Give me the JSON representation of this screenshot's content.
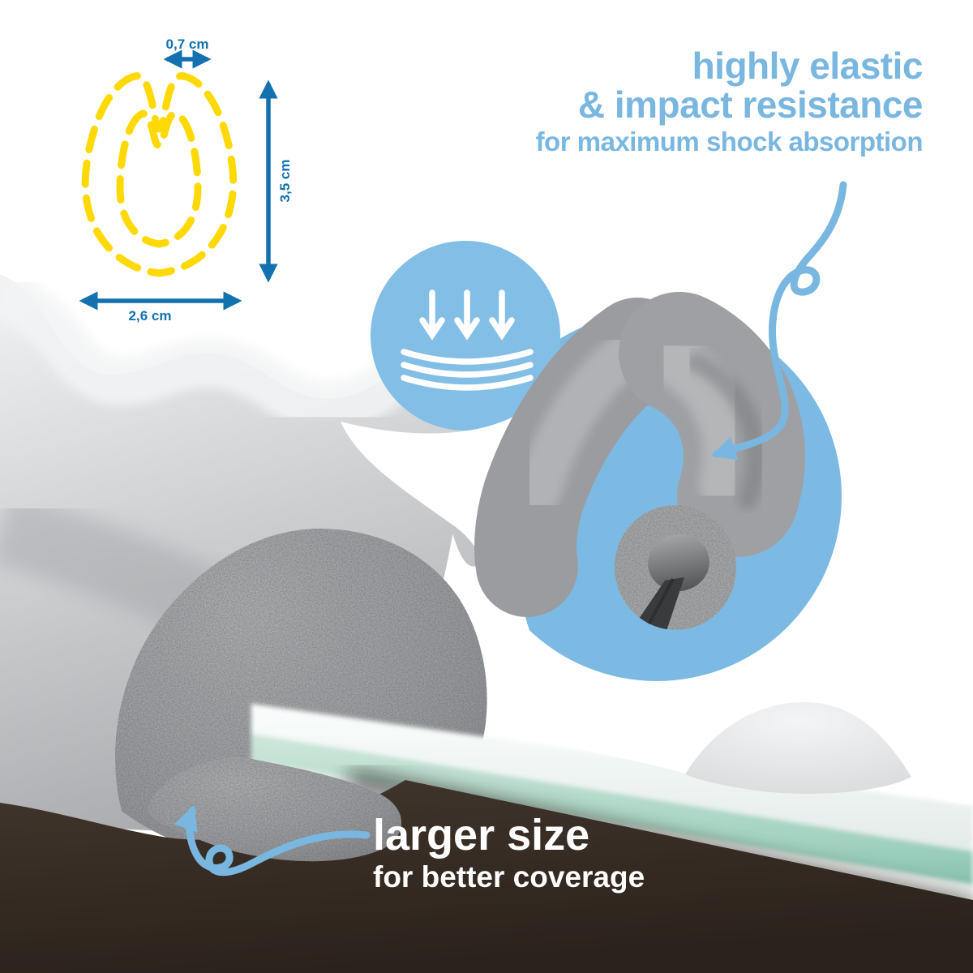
{
  "diagram": {
    "top_width_label": "0,7 cm",
    "height_label": "3,5 cm",
    "bottom_width_label": "2,6 cm"
  },
  "elastic_callout": {
    "line1": "highly elastic",
    "line2": "& impact resistance",
    "line3": "for maximum shock absorption"
  },
  "size_callout": {
    "line1": "larger size",
    "line2": "for better coverage"
  },
  "icons": {
    "shock_absorption": "shock-absorption-icon",
    "elastic_pointer": "curly-arrow-icon",
    "size_pointer": "curly-arrow-icon"
  },
  "colors": {
    "accent_text_blue": "#79b7e1",
    "dimension_blue": "#1271ae",
    "dashed_yellow": "#ffd906",
    "circle_blue": "#7cbae4",
    "small_circle_blue": "#82bee6",
    "floor_brown": "#342b23",
    "foam_gray": "#a6a8ab",
    "glass_mint": "#b7dbce",
    "background": "#ffffff"
  }
}
